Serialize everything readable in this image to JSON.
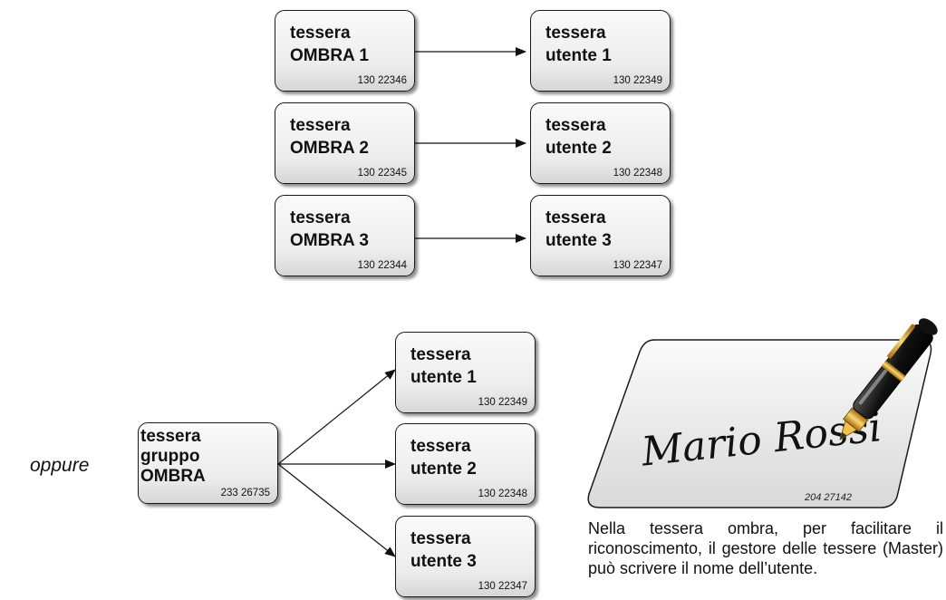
{
  "top_rows": [
    {
      "shadow": {
        "title": "tessera\nOMBRA 1",
        "number": "130 22346"
      },
      "user": {
        "title": "tessera\nutente 1",
        "number": "130 22349"
      }
    },
    {
      "shadow": {
        "title": "tessera\nOMBRA 2",
        "number": "130 22345"
      },
      "user": {
        "title": "tessera\nutente 2",
        "number": "130 22348"
      }
    },
    {
      "shadow": {
        "title": "tessera\nOMBRA 3",
        "number": "130 22344"
      },
      "user": {
        "title": "tessera\nutente 3",
        "number": "130 22347"
      }
    }
  ],
  "oppure_label": "oppure",
  "group_card": {
    "title": "tessera\ngruppo\nOMBRA",
    "number": "233 26735"
  },
  "group_users": [
    {
      "title": "tessera\nutente 1",
      "number": "130 22349"
    },
    {
      "title": "tessera\nutente 2",
      "number": "130 22348"
    },
    {
      "title": "tessera\nutente 3",
      "number": "130 22347"
    }
  ],
  "signature_card": {
    "signature": "Mario Rossi",
    "number": "204 27142"
  },
  "note": "Nella tessera ombra, per facilitare il riconoscimento, il gestore delle tessere (Master) può scrivere il nome dell’utente."
}
